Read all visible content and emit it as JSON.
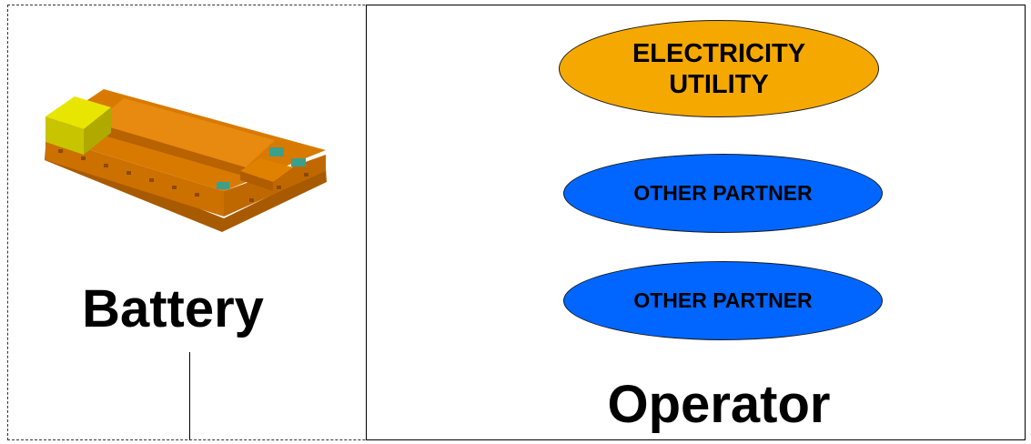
{
  "battery": {
    "label": "Battery",
    "image_icon": "battery-pack-illustration"
  },
  "operator": {
    "label": "Operator",
    "entities": [
      {
        "label": "ELECTRICITY\nUTILITY",
        "color": "#f5a800"
      },
      {
        "label": "OTHER PARTNER",
        "color": "#0066ff"
      },
      {
        "label": "OTHER PARTNER",
        "color": "#0066ff"
      }
    ]
  },
  "colors": {
    "battery_body": "#d97a00",
    "battery_accent": "#e0e000",
    "battery_terminal": "#3aa08a"
  }
}
